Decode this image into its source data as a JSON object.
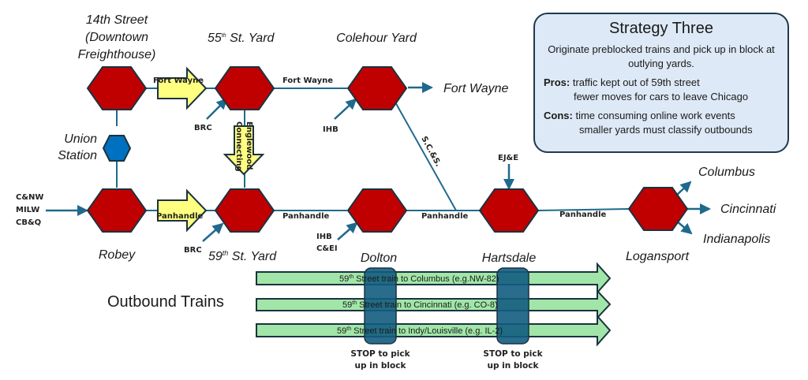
{
  "strategy": {
    "title": "Strategy Three",
    "description": "Originate preblocked trains and pick up in block at outlying yards.",
    "pros_label": "Pros:",
    "pros": [
      "traffic kept out of 59th street",
      "fewer moves for cars to leave Chicago"
    ],
    "cons_label": "Cons:",
    "cons": [
      "time consuming online work events",
      "smaller yards must classify outbounds"
    ]
  },
  "yards": {
    "fourteenth_street": [
      "14th Street",
      "(Downtown",
      "Freighthouse)"
    ],
    "union_station": [
      "Union",
      "Station"
    ],
    "fifty_fifth": {
      "num": "55",
      "sup": "th",
      "rest": " St. Yard"
    },
    "colehour": "Colehour Yard",
    "robey": "Robey",
    "fifty_ninth": {
      "num": "59",
      "sup": "th",
      "rest": " St. Yard"
    },
    "dolton": "Dolton",
    "hartsdale": "Hartsdale",
    "logansport": "Logansport"
  },
  "destinations": {
    "fort_wayne": "Fort Wayne",
    "columbus": "Columbus",
    "cincinnati": "Cincinnati",
    "indianapolis": "Indianapolis"
  },
  "line_labels": {
    "fort_wayne_1": "Fort Wayne",
    "fort_wayne_2": "Fort Wayne",
    "panhandle_1": "Panhandle",
    "panhandle_2": "Panhandle",
    "panhandle_3": "Panhandle",
    "panhandle_4": "Panhandle",
    "scs": "S.C.&S.",
    "englewood_1": "Englewood",
    "englewood_2": "Connecting"
  },
  "railroads": {
    "brc_top": "BRC",
    "brc_bottom": "BRC",
    "ihb_top": "IHB",
    "ihb_bottom": [
      "IHB",
      "C&EI"
    ],
    "eje": "EJ&E",
    "robey_inbound": [
      "C&NW",
      "MILW",
      "CB&Q"
    ]
  },
  "outbound": {
    "title": "Outbound Trains",
    "trains": [
      {
        "num": "59",
        "sup": "th",
        "text": " Street train to Columbus (e.g.NW-82)"
      },
      {
        "num": "59",
        "sup": "th",
        "text": " Street train to Cincinnati (e.g. CO-8)"
      },
      {
        "num": "59",
        "sup": "th",
        "text": " Street train to Indy/Louisville (e.g. IL-2)"
      }
    ],
    "stops": [
      {
        "line1": "STOP to pick",
        "line2": "up in block"
      },
      {
        "line1": "STOP to pick",
        "line2": "up in block"
      }
    ]
  },
  "colors": {
    "yard_fill": "#c00000",
    "yard_stroke": "#1b3240",
    "station_fill": "#0070c0",
    "track": "#1f6a8c",
    "yellow_arrow": "#ffff80",
    "train_fill": "#a1e6a8",
    "stop_fill": "#135c80",
    "box_fill": "#dde9f6"
  }
}
